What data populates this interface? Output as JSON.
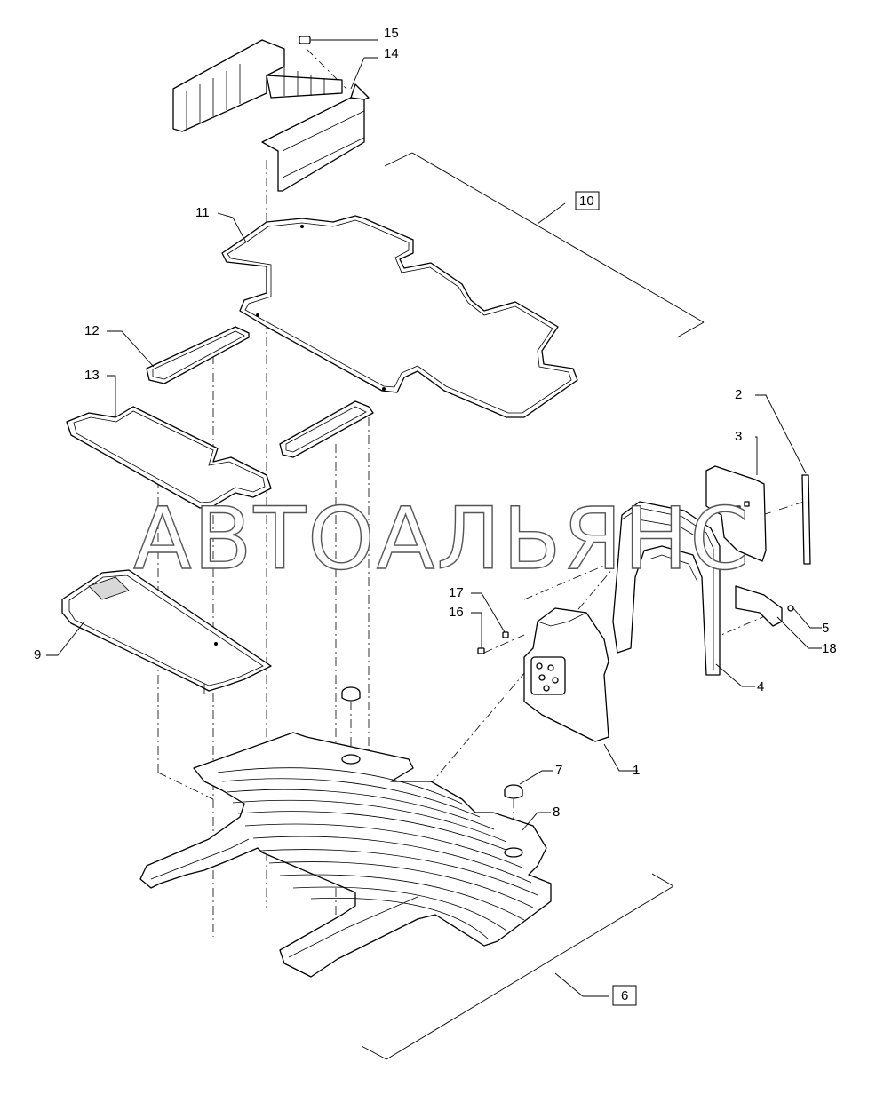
{
  "watermark": "АВТОАЛЬЯНС",
  "callouts": {
    "c1": "1",
    "c2": "2",
    "c3": "3",
    "c4": "4",
    "c5": "5",
    "c7": "7",
    "c8": "8",
    "c9": "9",
    "c11": "11",
    "c12": "12",
    "c13": "13",
    "c14": "14",
    "c15": "15",
    "c16": "16",
    "c17": "17",
    "c18": "18"
  },
  "boxed": {
    "b10": "10",
    "b6": "6"
  }
}
